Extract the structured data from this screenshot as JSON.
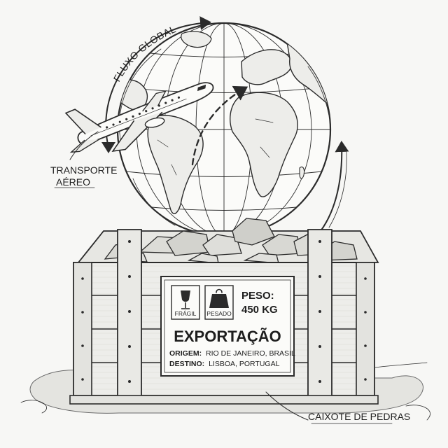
{
  "annotations": {
    "flow": "FLUXO GLOBAL",
    "air_line1": "TRANSPORTE",
    "air_line2": "AÉREO",
    "crate": "CAIXOTE DE PEDRAS"
  },
  "shipping_label": {
    "fragile": "FRÁGIL",
    "heavy": "PESADO",
    "weight_label": "PESO:",
    "weight_value": "450 KG",
    "title": "EXPORTAÇÃO",
    "origin_label": "ORIGEM:",
    "origin_value": "RIO DE JANEIRO, BRASIL",
    "destination_label": "DESTINO:",
    "destination_value": "LISBOA, PORTUGAL"
  },
  "icons": {
    "fragile": "wine-glass-icon",
    "heavy": "weight-icon",
    "airplane": "airplane-icon",
    "globe": "globe-icon"
  },
  "colors": {
    "ink": "#2b2b2b",
    "paper": "#f7f7f5",
    "wood": "#ededea",
    "label": "#fbfbf9"
  }
}
